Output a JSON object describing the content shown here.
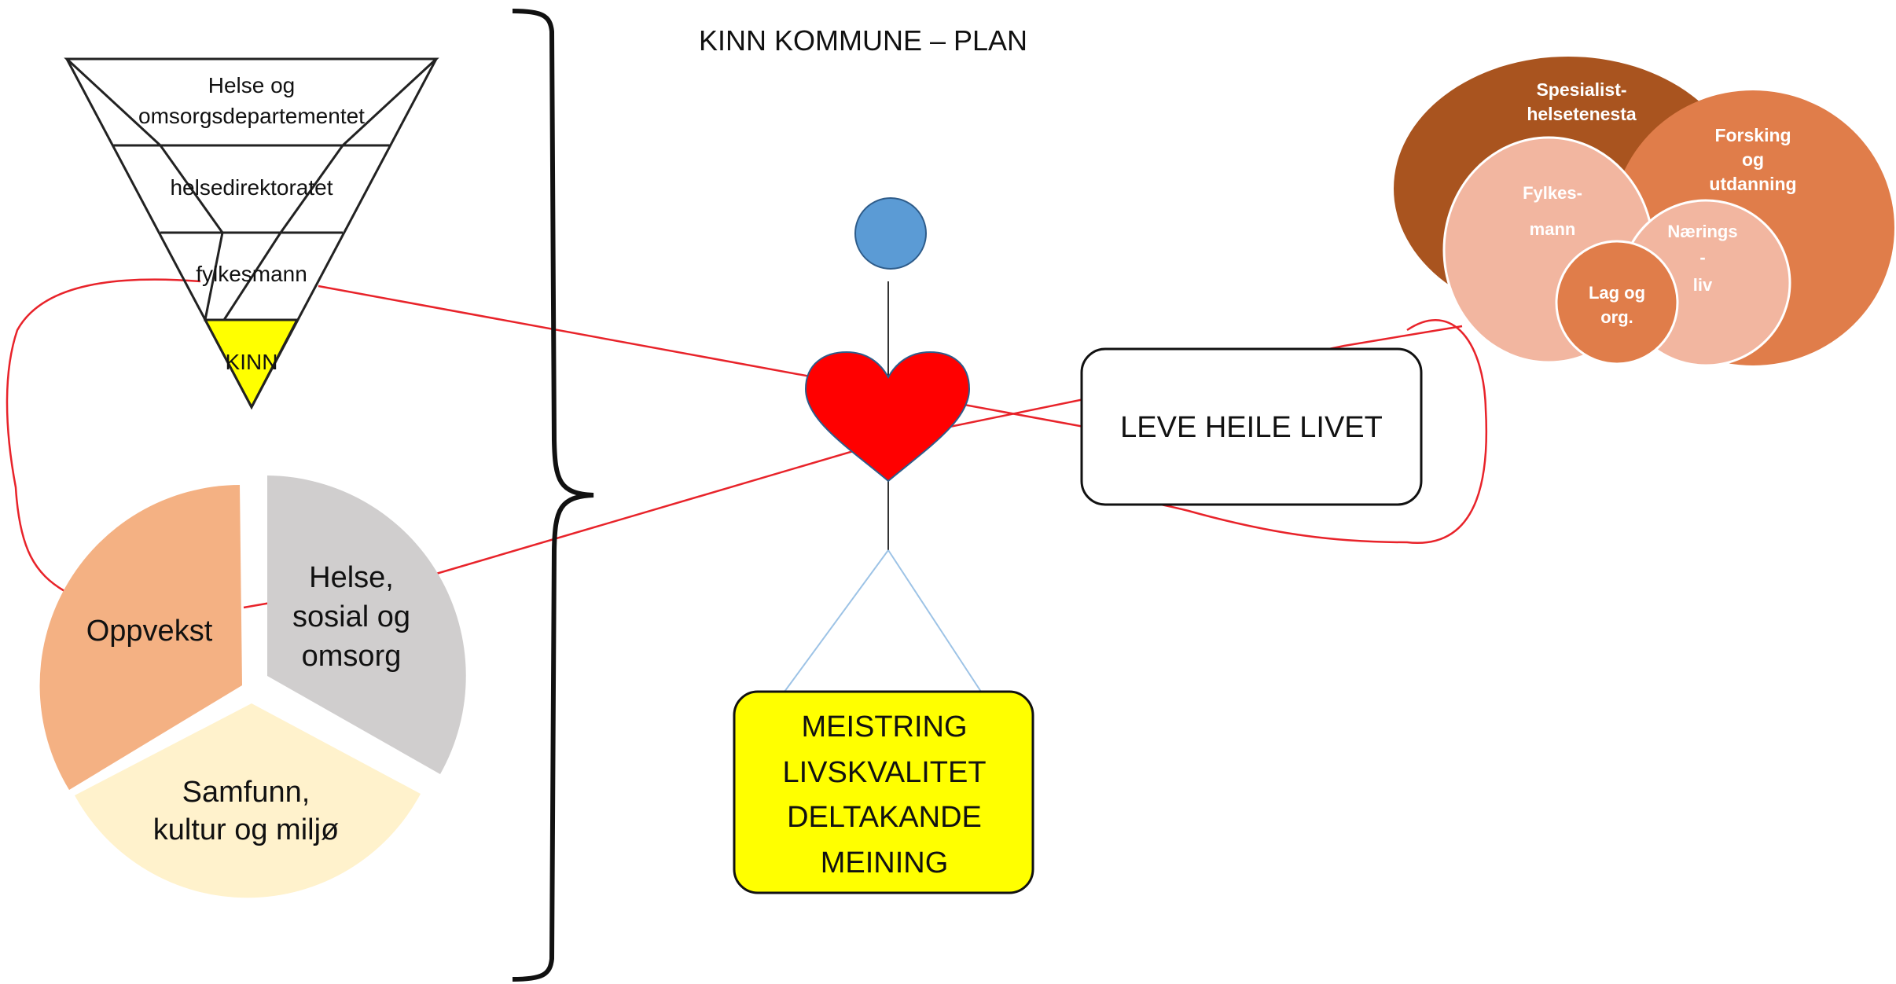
{
  "title": "KINN KOMMUNE – PLAN",
  "hierarchy": {
    "levels": [
      "Helse og",
      "omsorgsdepartementet",
      "helsedirektoratet",
      "fylkesmann",
      "KINN"
    ]
  },
  "pie": {
    "segments": [
      {
        "lines": [
          "Oppvekst"
        ]
      },
      {
        "lines": [
          "Helse,",
          "sosial og",
          "omsorg"
        ]
      },
      {
        "lines": [
          "Samfunn,",
          "kultur og miljø"
        ]
      }
    ]
  },
  "outcomes": [
    "MEISTRING",
    "LIVSKVALITET",
    "DELTAKANDE",
    "MEINING"
  ],
  "centre_box": "LEVE HEILE LIVET",
  "partners": {
    "spesialist": [
      "Spesialist-",
      "helsetenesta"
    ],
    "forsking": [
      "Forsking",
      "og",
      "utdanning"
    ],
    "fylkesmann": [
      "Fylkes-",
      "mann"
    ],
    "naeringsliv": [
      "Nærings",
      "-",
      "liv"
    ],
    "lag": [
      "Lag og",
      "org."
    ]
  },
  "colors": {
    "red_line": "#e8232a",
    "heart": "#ff0000",
    "head": "#5b9bd5",
    "yellow": "#ffff00",
    "pie_orange": "#f4b183",
    "pie_grey": "#d0cece",
    "pie_cream": "#fff2cc",
    "brown": "#a9541f",
    "orange": "#e07d4a",
    "light_salmon": "#f2b6a0"
  }
}
